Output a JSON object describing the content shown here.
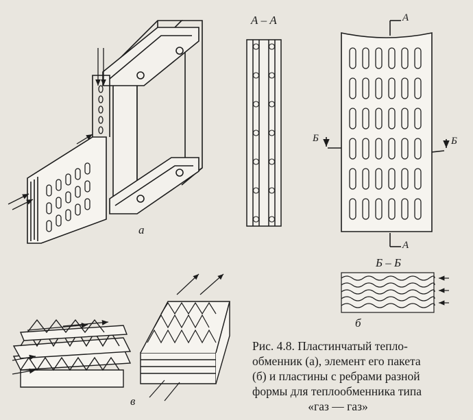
{
  "labels": {
    "fig_a": "а",
    "fig_b": "б",
    "fig_v": "в",
    "section_aa": "А – А",
    "section_bb": "Б – Б",
    "mark_a_top": "А",
    "mark_a_bottom": "А",
    "mark_b_left": "Б",
    "mark_b_right": "Б"
  },
  "caption": {
    "line1": "Рис. 4.8. Пластинчатый тепло-",
    "line2": "обменник (а), элемент его пакета",
    "line3": "(б) и пластины с ребрами разной",
    "line4": "формы для теплообменника типа",
    "line5": "«газ — газ»"
  }
}
